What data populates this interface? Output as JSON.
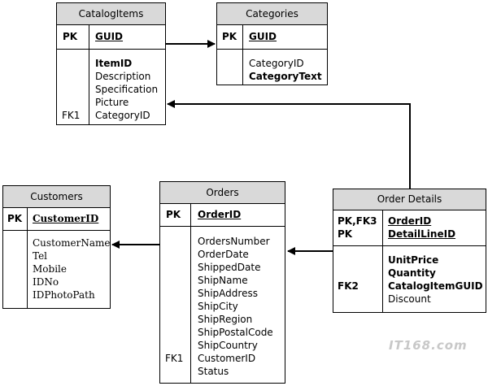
{
  "entities": {
    "catalog_items": {
      "title": "CatalogItems",
      "pk_label": "PK",
      "pk_field": "GUID",
      "fields": [
        "ItemID",
        "Description",
        "Specification",
        "Picture",
        "CategoryID"
      ],
      "fk_label": "FK1"
    },
    "categories": {
      "title": "Categories",
      "pk_label": "PK",
      "pk_field": "GUID",
      "fields": [
        "CategoryID",
        "CategoryText"
      ]
    },
    "customers": {
      "title": "Customers",
      "pk_label": "PK",
      "pk_field": "CustomerID",
      "fields": [
        "CustomerName",
        "Tel",
        "Mobile",
        "IDNo",
        "IDPhotoPath"
      ]
    },
    "orders": {
      "title": "Orders",
      "pk_label": "PK",
      "pk_field": "OrderID",
      "fields": [
        "OrdersNumber",
        "OrderDate",
        "ShippedDate",
        "ShipName",
        "ShipAddress",
        "ShipCity",
        "ShipRegion",
        "ShipPostalCode",
        "ShipCountry",
        "CustomerID",
        "Status"
      ],
      "fk_label": "FK1"
    },
    "order_details": {
      "title": "Order Details",
      "pk_label_1": "PK,FK3",
      "pk_label_2": "PK",
      "pk_field_1": "OrderID",
      "pk_field_2": "DetailLineID",
      "fields": [
        "UnitPrice",
        "Quantity",
        "CatalogItemGUID",
        "Discount"
      ],
      "fk_label": "FK2"
    }
  },
  "watermark": "IT168.com"
}
